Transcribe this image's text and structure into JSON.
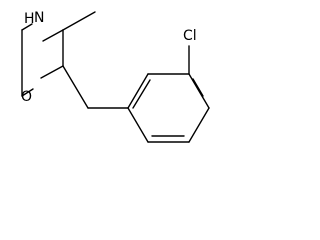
{
  "molecule": {
    "atoms": {
      "nitrogen": "N",
      "hydrogen": "H",
      "oxygen": "O",
      "chlorine": "Cl"
    }
  },
  "colors": {
    "bond": "#000000",
    "label": "#000000",
    "background": "#ffffff"
  }
}
